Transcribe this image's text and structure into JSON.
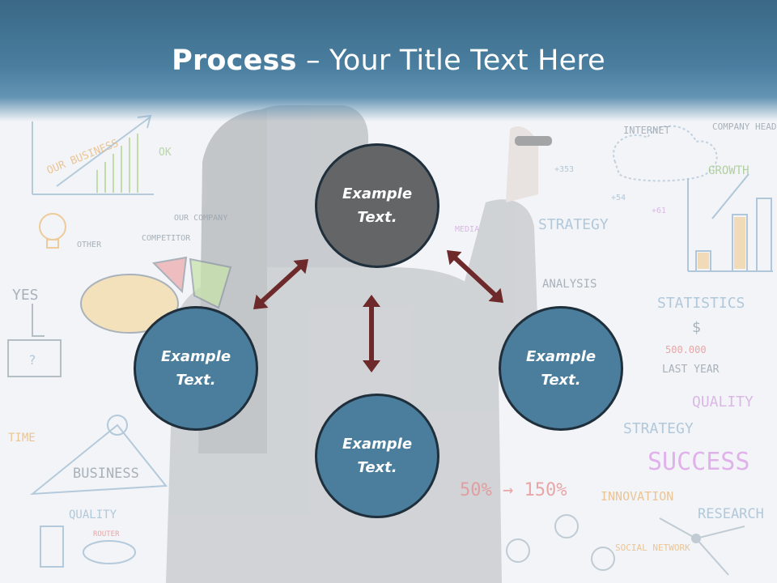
{
  "slide": {
    "title_bold": "Process",
    "title_rest": " – Your Title Text Here"
  },
  "nodes": [
    {
      "label": "Example Text.",
      "role": "top",
      "fill": "#636567"
    },
    {
      "label": "Example Text.",
      "role": "left",
      "fill": "#4b7d9d"
    },
    {
      "label": "Example Text.",
      "role": "right",
      "fill": "#4b7d9d"
    },
    {
      "label": "Example Text.",
      "role": "bottom",
      "fill": "#4b7d9d"
    }
  ],
  "arrow_color": "#6e2a2a",
  "background_words": {
    "w1": "OUR BUSINESS",
    "w2": "OK",
    "w3": "INTERNET",
    "w4": "COMPANY HEADQUARTERS",
    "w5": "GROWTH",
    "w6": "OUR COMPANY",
    "w7": "COMPETITOR",
    "w8": "OTHER",
    "w9": "YES",
    "w10": "?",
    "w11": "STRATEGY",
    "w12": "ANALYSIS",
    "w13": "STATISTICS",
    "w14": "$",
    "w15": "500.000",
    "w16": "LAST YEAR",
    "w17": "QUALITY",
    "w18": "STRATEGY",
    "w19": "SUCCESS",
    "w20": "TIME",
    "w21": "BUSINESS",
    "w22": "QUALITY",
    "w23": "ROUTER",
    "w24": "INNOVATION",
    "w25": "RESEARCH",
    "w26": "SOCIAL NETWORK",
    "w27": "50% → 150%",
    "w28": "MEDIA",
    "w29": "+353",
    "w30": "+54",
    "w31": "+61"
  }
}
